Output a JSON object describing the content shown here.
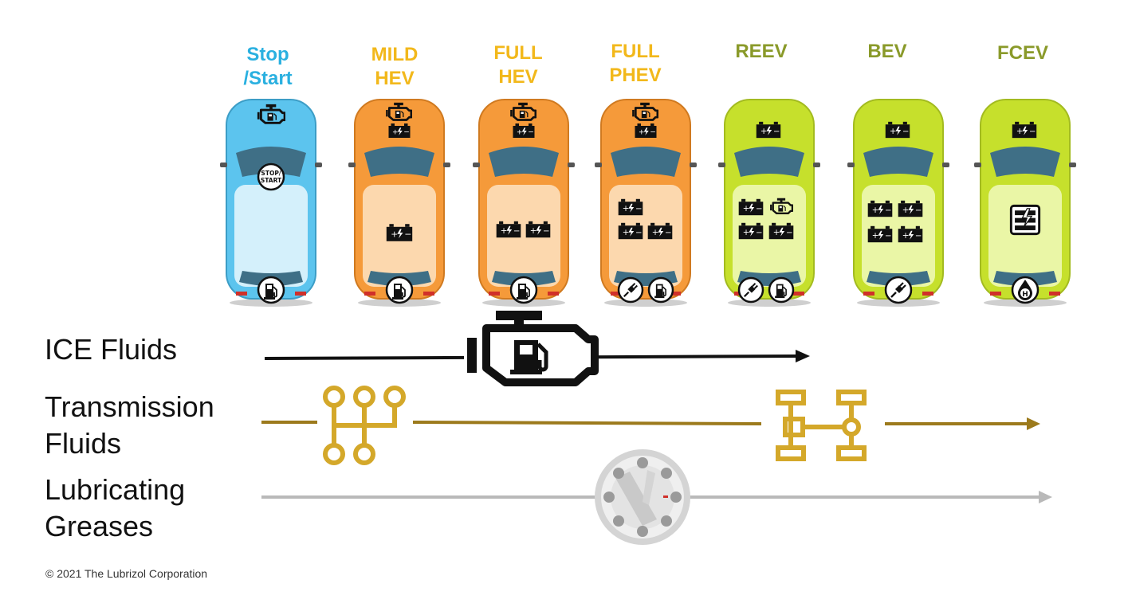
{
  "vehicles": [
    {
      "line1": "Stop",
      "line2": "/Start",
      "color": "#2ab0e0",
      "body": "#5cc4ee",
      "body_light": "#d4f0fb",
      "roof_text": "STOP/\nSTART",
      "icons": [
        "engine-icon",
        "start-stop-button-icon",
        "fuel-pump-icon"
      ]
    },
    {
      "line1": "MILD",
      "line2": "HEV",
      "color": "#f2b81b",
      "body": "#f59a3a",
      "body_light": "#fcd8ae",
      "icons": [
        "engine-icon",
        "battery-icon",
        "fuel-pump-icon"
      ]
    },
    {
      "line1": "FULL",
      "line2": "HEV",
      "color": "#f2b81b",
      "body": "#f59a3a",
      "body_light": "#fcd8ae",
      "icons": [
        "engine-icon",
        "battery-icon",
        "fuel-pump-icon"
      ]
    },
    {
      "line1": "FULL",
      "line2": "PHEV",
      "color": "#f2b81b",
      "body": "#f59a3a",
      "body_light": "#fcd8ae",
      "icons": [
        "engine-icon",
        "battery-icon",
        "plug-icon",
        "fuel-pump-icon"
      ]
    },
    {
      "line1": "REEV",
      "line2": "",
      "color": "#8a9a2a",
      "body": "#c6e02c",
      "body_light": "#eaf6a6",
      "icons": [
        "battery-icon",
        "engine-icon",
        "plug-icon",
        "fuel-pump-icon"
      ]
    },
    {
      "line1": "BEV",
      "line2": "",
      "color": "#8a9a2a",
      "body": "#c6e02c",
      "body_light": "#eaf6a6",
      "icons": [
        "battery-icon",
        "plug-icon"
      ]
    },
    {
      "line1": "FCEV",
      "line2": "",
      "color": "#8a9a2a",
      "body": "#c6e02c",
      "body_light": "#eaf6a6",
      "icons": [
        "battery-icon",
        "fuel-cell-stack-icon",
        "hydrogen-icon"
      ]
    }
  ],
  "rows": {
    "ice": {
      "label": "ICE Fluids",
      "color": "#111111",
      "icon": "engine-icon"
    },
    "transmission": {
      "line1": "Transmission",
      "line2": "Fluids",
      "color": "#b8901e",
      "icons": [
        "manual-gearbox-icon",
        "driveline-icon"
      ]
    },
    "greases": {
      "line1": "Lubricating",
      "line2": "Greases",
      "color": "#b9b9b9",
      "icon": "bearing-icon"
    }
  },
  "hydrogen_symbol": "H",
  "copyright": "© 2021 The Lubrizol Corporation"
}
